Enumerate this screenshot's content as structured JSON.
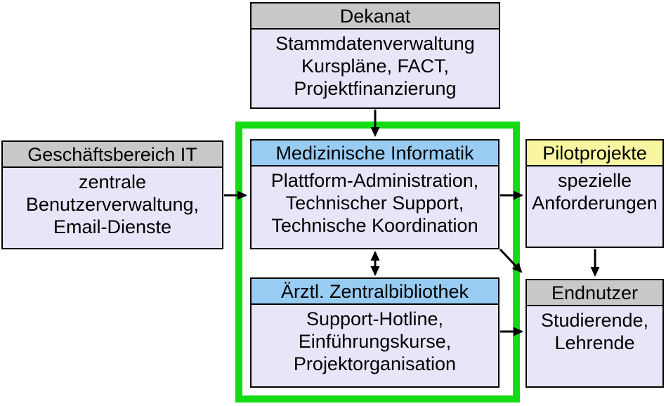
{
  "diagram": {
    "highlight_frame": {
      "color": "#14dc14",
      "purpose": "highlights-central-units"
    },
    "colors": {
      "gray_header": "#c8c8c8",
      "blue_header": "#99ccf3",
      "yellow_header": "#f9f6a1",
      "body_background": "#e6e6f8",
      "arrow": "#000000"
    },
    "nodes": [
      {
        "id": "dekanat",
        "title": "Dekanat",
        "header_style": "gray",
        "lines": [
          "Stammdatenverwaltung",
          "Kurspläne, FACT,",
          "Projektfinanzierung"
        ]
      },
      {
        "id": "geschaeftsbereich-it",
        "title": "Geschäftsbereich IT",
        "header_style": "gray",
        "lines": [
          "zentrale",
          "Benutzerverwaltung,",
          "Email-Dienste"
        ]
      },
      {
        "id": "medizinische-informatik",
        "title": "Medizinische Informatik",
        "header_style": "blue",
        "lines": [
          "Plattform-Administration,",
          "Technischer Support,",
          "Technische Koordination"
        ]
      },
      {
        "id": "aerztl-zentralbibliothek",
        "title": "Ärztl. Zentralbibliothek",
        "header_style": "blue",
        "lines": [
          "Support-Hotline,",
          "Einführungskurse,",
          "Projektorganisation"
        ]
      },
      {
        "id": "pilotprojekte",
        "title": "Pilotprojekte",
        "header_style": "yellow",
        "lines": [
          "spezielle",
          "Anforderungen"
        ]
      },
      {
        "id": "endnutzer",
        "title": "Endnutzer",
        "header_style": "gray",
        "lines": [
          "Studierende,",
          "Lehrende"
        ]
      }
    ],
    "edges": [
      {
        "from": "dekanat",
        "to": "medizinische-informatik",
        "type": "arrow"
      },
      {
        "from": "geschaeftsbereich-it",
        "to": "medizinische-informatik",
        "type": "arrow"
      },
      {
        "from": "medizinische-informatik",
        "to": "pilotprojekte",
        "type": "arrow"
      },
      {
        "from": "medizinische-informatik",
        "to": "aerztl-zentralbibliothek",
        "type": "double-arrow"
      },
      {
        "from": "medizinische-informatik",
        "to": "endnutzer",
        "type": "arrow"
      },
      {
        "from": "pilotprojekte",
        "to": "endnutzer",
        "type": "arrow"
      },
      {
        "from": "aerztl-zentralbibliothek",
        "to": "endnutzer",
        "type": "arrow"
      }
    ]
  }
}
